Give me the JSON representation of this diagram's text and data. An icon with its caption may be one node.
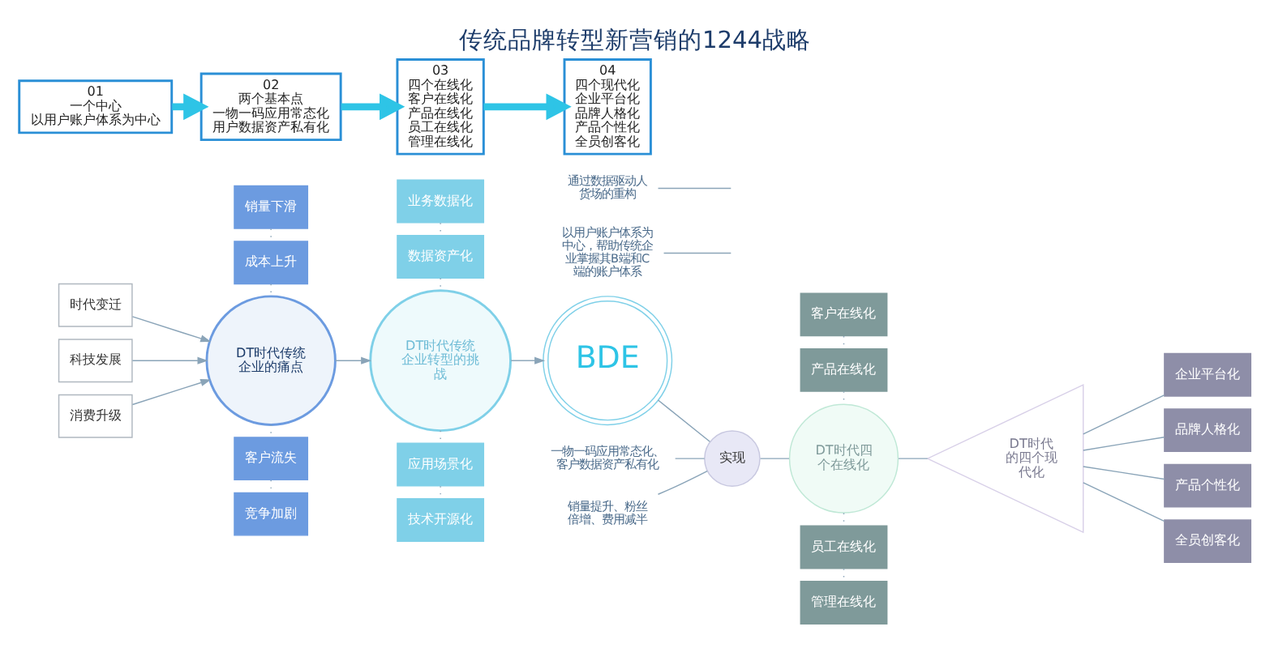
{
  "diagram": {
    "title": "传统品牌转型新营销的1244战略",
    "nodes": [
      {
        "text": [
          "时代变迁"
        ]
      },
      {
        "text": [
          "科技发展"
        ]
      },
      {
        "text": [
          "消费升级"
        ]
      },
      {
        "text": [
          "DT时代传统企业的痛点"
        ]
      },
      {
        "text": [
          "销量下滑"
        ]
      },
      {
        "text": [
          "成本上升"
        ]
      },
      {
        "text": [
          "客户流失"
        ]
      },
      {
        "text": [
          "竞争加剧"
        ]
      },
      {
        "text": [
          "DT时代传统企业转型的挑战"
        ]
      },
      {
        "text": [
          "业务数据化"
        ]
      },
      {
        "text": [
          "数据资产化"
        ]
      },
      {
        "text": [
          "应用场景化"
        ]
      },
      {
        "text": [
          "技术开源化"
        ]
      },
      {
        "text": [
          "BDE"
        ]
      },
      {
        "text": [
          "实现"
        ]
      },
      {
        "text": [
          "以用户账户体系为中心，帮助传统企业掌握其B端和C端的账户体系"
        ]
      },
      {
        "text": [
          "一物一码应用常态化、客户数据资产私有化"
        ]
      },
      {
        "text": [
          "通过数据驱动人货场的重构"
        ]
      },
      {
        "text": [
          "销量提升、粉丝倍增、费用减半"
        ]
      },
      {
        "text": [
          "DT时代四个在线化"
        ]
      },
      {
        "text": [
          "客户在线化"
        ]
      },
      {
        "text": [
          "产品在线化"
        ]
      },
      {
        "text": [
          "员工在线化"
        ]
      },
      {
        "text": [
          "管理在线化"
        ]
      },
      {
        "text": [
          "DT时代的四个现代化"
        ]
      },
      {
        "text": [
          "企业平台化"
        ]
      },
      {
        "text": [
          "品牌人格化"
        ]
      },
      {
        "text": [
          "产品个性化"
        ]
      },
      {
        "text": [
          "全员创客化"
        ]
      },
      {
        "text": [
          "01",
          "一个中心",
          "以用户账户体系为中心"
        ]
      },
      {
        "text": [
          "02",
          "两个基本点",
          "一物一码应用常态化",
          "用户数据资产私有化"
        ]
      },
      {
        "text": [
          "03",
          "四个在线化",
          "客户在线化",
          "产品在线化",
          "员工在线化",
          "管理在线化"
        ]
      },
      {
        "text": [
          "04",
          "四个现代化",
          "企业平台化",
          "品牌人格化",
          "产品个性化",
          "全员创客化"
        ]
      }
    ],
    "edges": [
      {
        "from": 0,
        "to": 3,
        "arrow": "to"
      },
      {
        "from": 1,
        "to": 3,
        "arrow": "to"
      },
      {
        "from": 2,
        "to": 3,
        "arrow": "to"
      },
      {
        "from": 4,
        "to": 5,
        "arrow": "none",
        "style": "dashed"
      },
      {
        "from": 5,
        "to": 3,
        "arrow": "none",
        "style": "dashed"
      },
      {
        "from": 3,
        "to": 6,
        "arrow": "none",
        "style": "dashed"
      },
      {
        "from": 6,
        "to": 7,
        "arrow": "none",
        "style": "dashed"
      },
      {
        "from": 3,
        "to": 8,
        "arrow": "to"
      },
      {
        "from": 9,
        "to": 10,
        "arrow": "none",
        "style": "dashed"
      },
      {
        "from": 10,
        "to": 8,
        "arrow": "none",
        "style": "dashed"
      },
      {
        "from": 8,
        "to": 11,
        "arrow": "none",
        "style": "dashed"
      },
      {
        "from": 11,
        "to": 12,
        "arrow": "none",
        "style": "dashed"
      },
      {
        "from": 8,
        "to": 13,
        "arrow": "to"
      },
      {
        "from": 13,
        "to": 14,
        "arrow": "none"
      },
      {
        "from": 15,
        "to": null,
        "arrow": "none"
      },
      {
        "from": 16,
        "to": 14,
        "arrow": "none"
      },
      {
        "from": 17,
        "to": null,
        "arrow": "none"
      },
      {
        "from": 18,
        "to": 14,
        "arrow": "none"
      },
      {
        "from": 14,
        "to": 19,
        "arrow": "none"
      },
      {
        "from": 20,
        "to": 21,
        "arrow": "none",
        "style": "dashed"
      },
      {
        "from": 21,
        "to": 19,
        "arrow": "none",
        "style": "dashed"
      },
      {
        "from": 19,
        "to": 22,
        "arrow": "none",
        "style": "dashed"
      },
      {
        "from": 22,
        "to": 23,
        "arrow": "none",
        "style": "dashed"
      },
      {
        "from": 19,
        "to": 24,
        "arrow": "none"
      },
      {
        "from": 24,
        "to": 25,
        "arrow": "none"
      },
      {
        "from": 24,
        "to": 26,
        "arrow": "none"
      },
      {
        "from": 24,
        "to": 27,
        "arrow": "none"
      },
      {
        "from": 24,
        "to": 28,
        "arrow": "none"
      },
      {
        "from": 29,
        "to": 30,
        "arrow": "to",
        "style": "thick",
        "color": "#2ec4e6"
      },
      {
        "from": 30,
        "to": 31,
        "arrow": "to",
        "style": "thick",
        "color": "#2ec4e6"
      },
      {
        "from": 31,
        "to": 32,
        "arrow": "to",
        "style": "thick",
        "color": "#2ec4e6"
      }
    ]
  }
}
